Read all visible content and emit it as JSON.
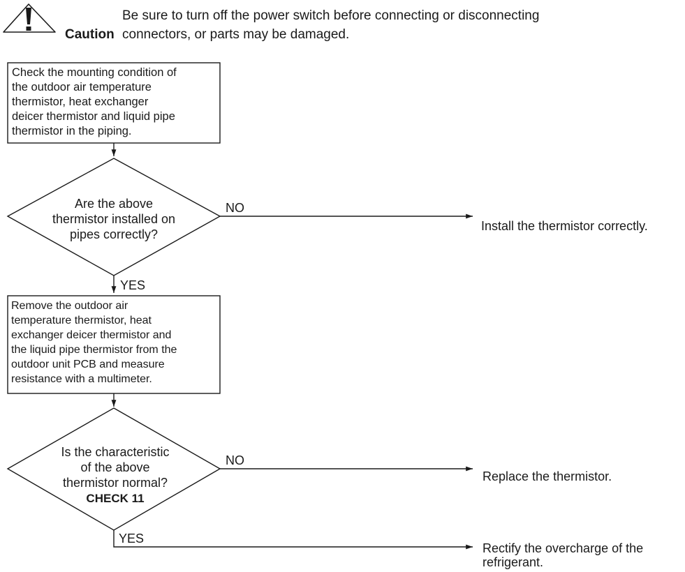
{
  "caution": {
    "label": "Caution",
    "message_lines": [
      "Be sure to turn off the power switch before connecting or disconnecting",
      "connectors, or parts may be damaged."
    ]
  },
  "flowchart": {
    "step1": {
      "lines": [
        "Check the mounting condition of",
        "the outdoor air temperature",
        "thermistor, heat exchanger",
        "deicer thermistor and liquid pipe",
        "thermistor in the piping."
      ]
    },
    "decision1": {
      "lines": [
        "Are the above",
        "thermistor installed on",
        "pipes correctly?"
      ],
      "no_label": "NO",
      "yes_label": "YES",
      "no_action": "Install the thermistor correctly."
    },
    "step2": {
      "lines": [
        "Remove the outdoor air",
        "temperature thermistor, heat",
        "exchanger deicer thermistor and",
        "the liquid pipe thermistor from the",
        "outdoor unit PCB and measure",
        "resistance with a multimeter."
      ]
    },
    "decision2": {
      "lines": [
        "Is the characteristic",
        "of the above",
        "thermistor normal?"
      ],
      "check_ref": "CHECK 11",
      "no_label": "NO",
      "yes_label": "YES",
      "no_action": "Replace the thermistor.",
      "yes_action_lines": [
        "Rectify the overcharge of the",
        "refrigerant."
      ]
    }
  }
}
